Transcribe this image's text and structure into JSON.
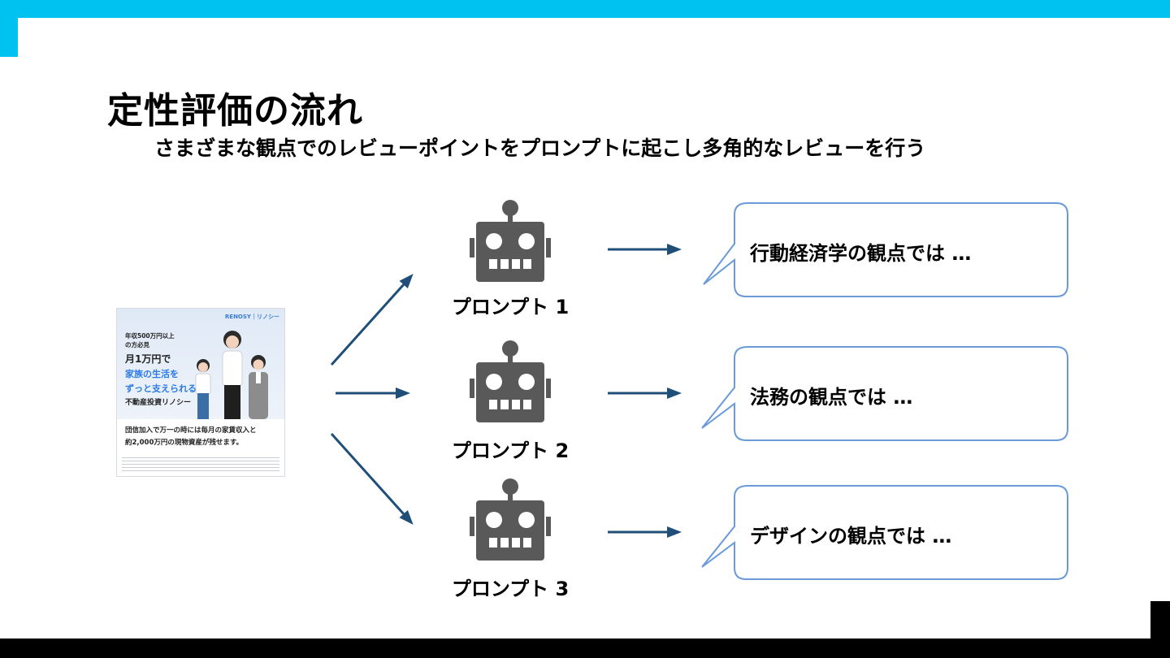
{
  "slide": {
    "title": "定性評価の流れ",
    "subtitle": "さまざまな観点でのレビューポイントをプロンプトに起こし多角的なレビューを行う"
  },
  "ad_image": {
    "brand": "RENOSY｜リノシー",
    "line1": "年収500万円以上",
    "line2": "の方必見",
    "line3": "月1万円で",
    "line4": "家族の生活を",
    "line5": "ずっと支えられる",
    "line6": "不動産投資リノシー",
    "line7": "団信加入で万一の時には毎月の家賃収入と",
    "line8": "約2,000万円の現物資産が残せます。"
  },
  "prompts": [
    {
      "label": "プロンプト 1",
      "review": "行動経済学の観点では …"
    },
    {
      "label": "プロンプト 2",
      "review": "法務の観点では …"
    },
    {
      "label": "プロンプト 3",
      "review": "デザインの観点では …"
    }
  ],
  "colors": {
    "accent_top": "#00c2f0",
    "arrow": "#1f4e79",
    "robot": "#595959",
    "bubble_border": "#6a9bd8"
  },
  "icons": {
    "robot": "robot-icon",
    "arrow": "arrow-right-icon"
  }
}
